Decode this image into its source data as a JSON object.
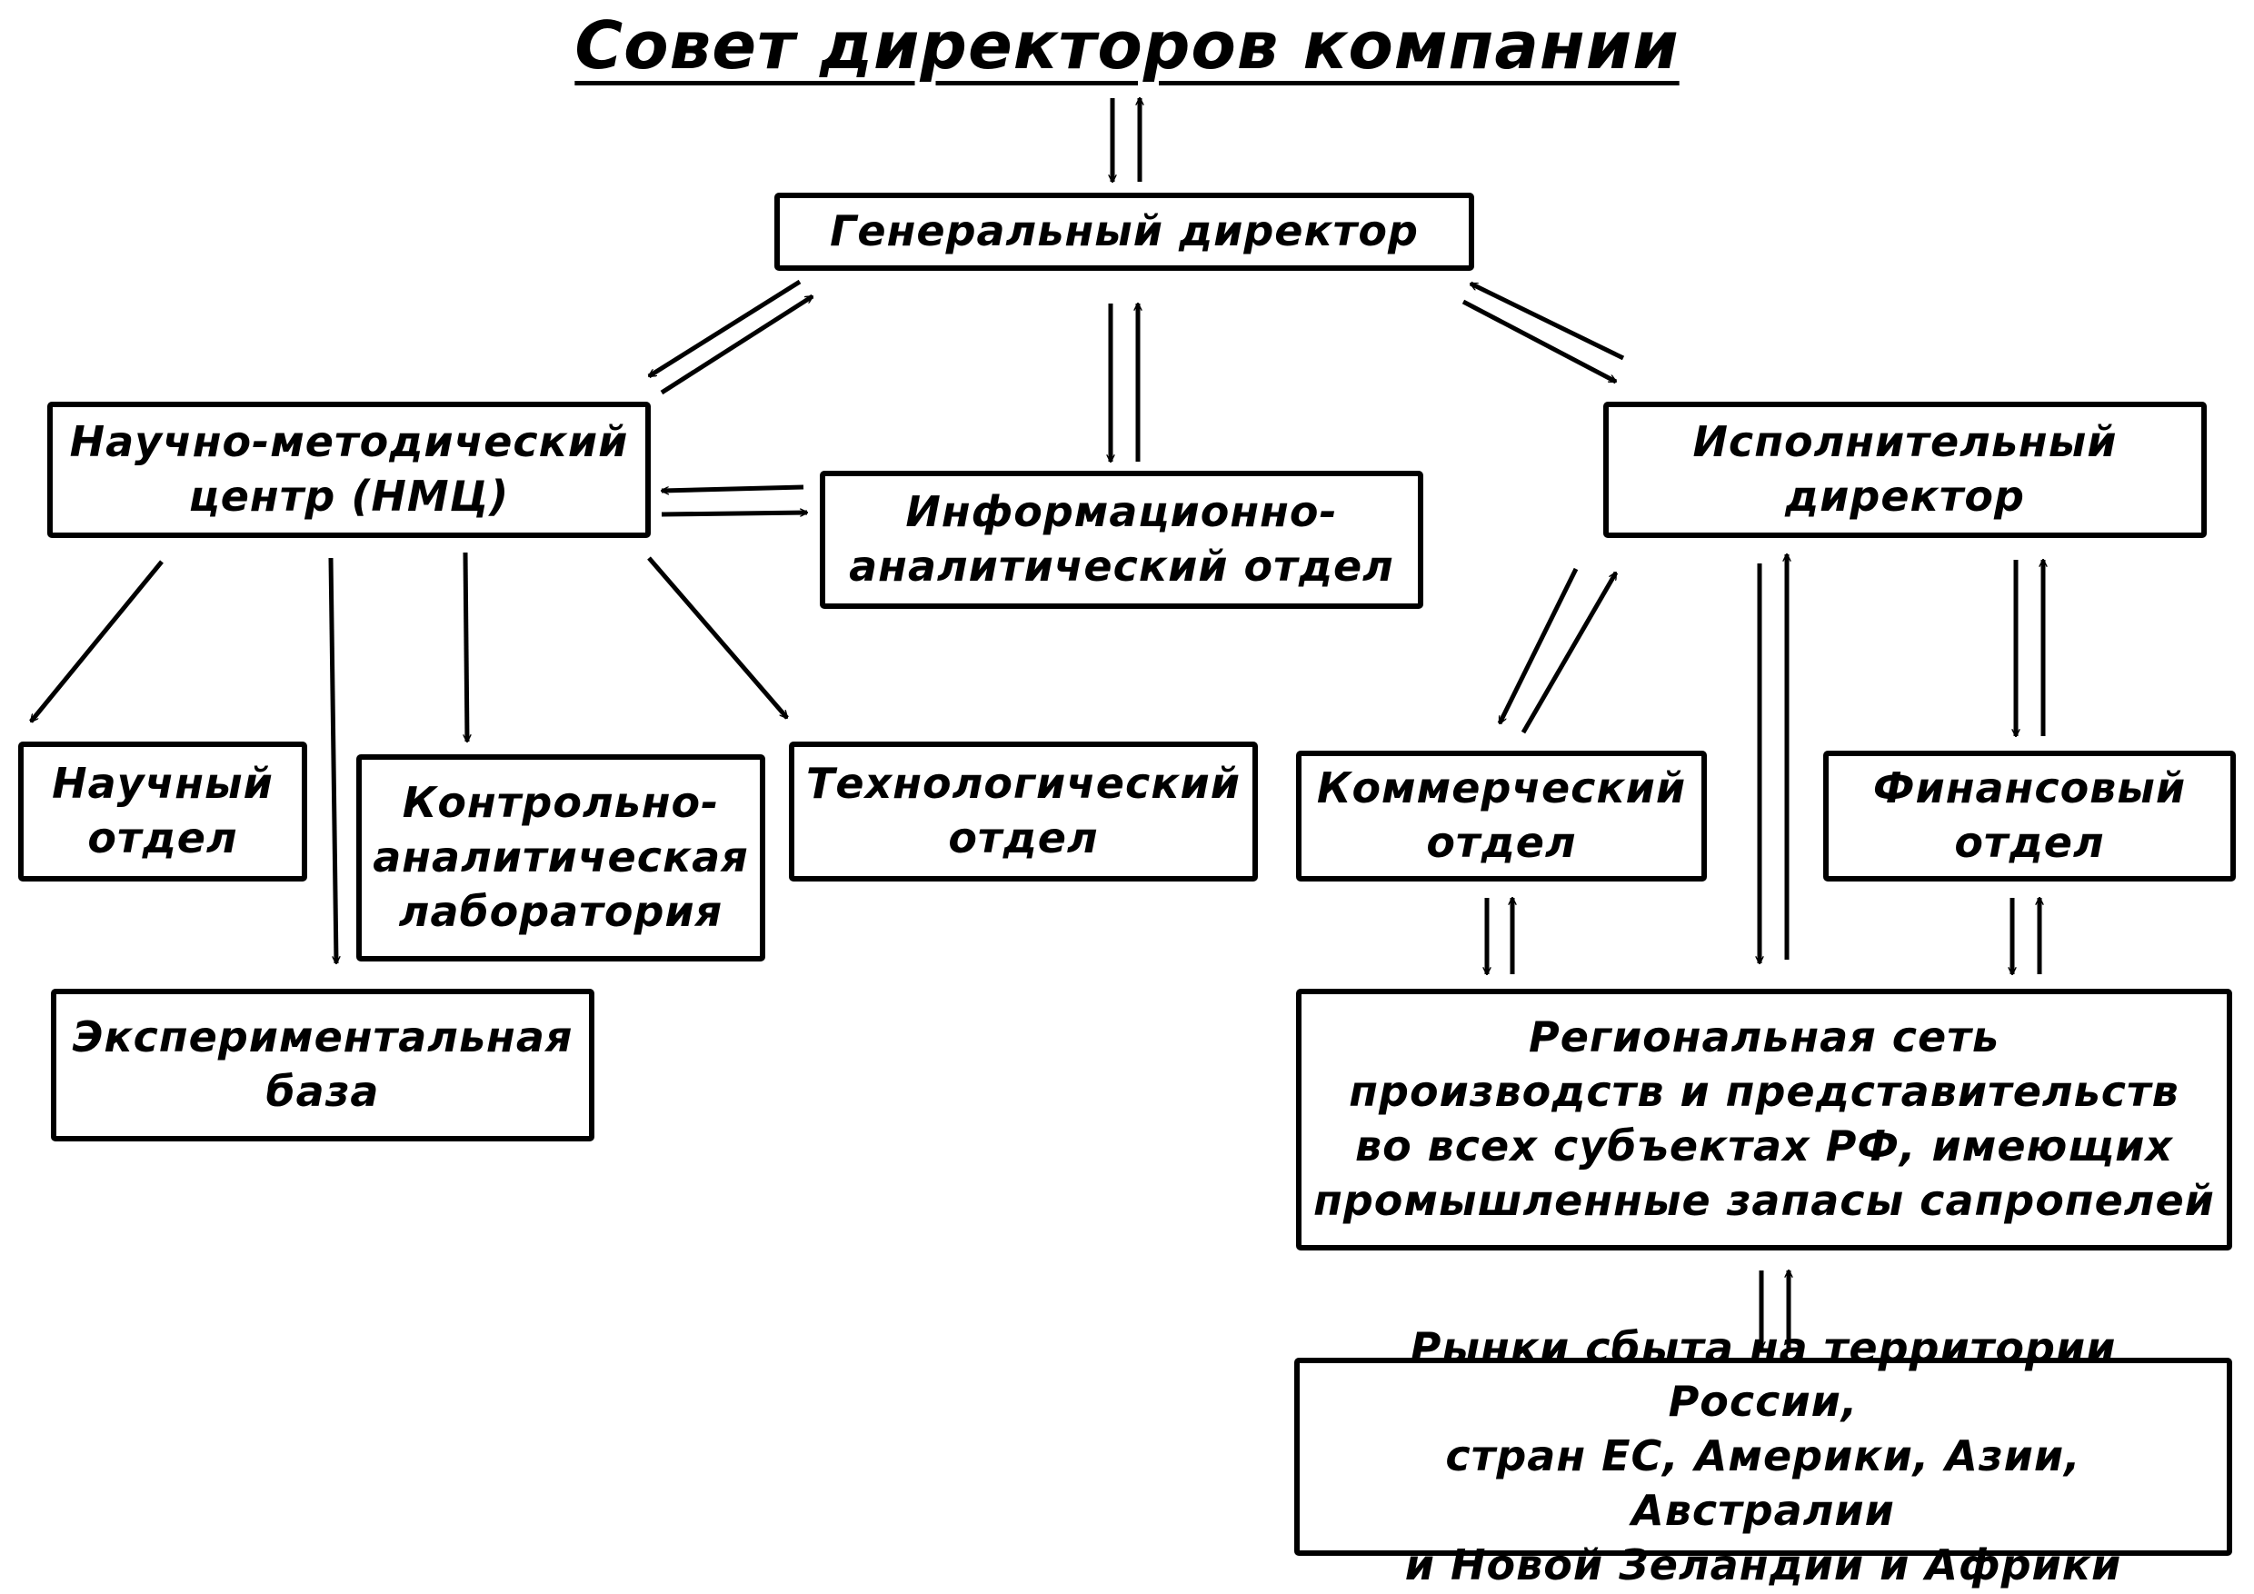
{
  "title": "Совет директоров компании",
  "nodes": {
    "general_director": "Генеральный директор",
    "nmc": "Научно-методический\nцентр (НМЦ)",
    "info_dept": "Информационно-\nаналитический отдел",
    "exec_director": "Исполнительный\nдиректор",
    "science_dept": "Научный\nотдел",
    "control_lab": "Контрольно-\nаналитическая\nлаборатория",
    "tech_dept": "Технологический\nотдел",
    "exp_base": "Экспериментальная\nбаза",
    "commercial_dept": "Коммерческий\nотдел",
    "finance_dept": "Финансовый\nотдел",
    "regional_network": "Региональная сеть\nпроизводств и представительств\nво всех субъектах РФ, имеющих\nпромышленные запасы сапропелей",
    "markets": "Рынки сбыта на территории России,\nстран ЕС, Америки, Азии, Австралии\nи Новой Зеландии и Африки"
  }
}
